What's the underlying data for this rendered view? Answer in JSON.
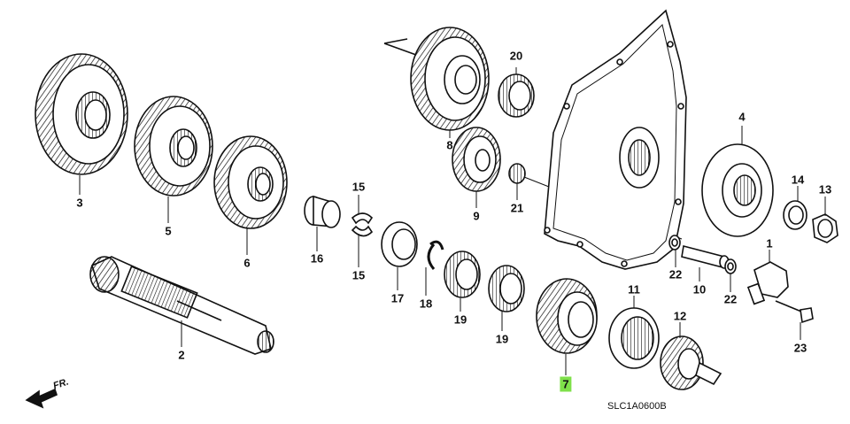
{
  "diagram": {
    "reference_code": "SLC1A0600B",
    "front_label": "FR.",
    "highlight_color": "#7fe04a",
    "parts": [
      {
        "num": "1"
      },
      {
        "num": "2"
      },
      {
        "num": "3"
      },
      {
        "num": "4"
      },
      {
        "num": "5"
      },
      {
        "num": "6"
      },
      {
        "num": "7",
        "highlight": true
      },
      {
        "num": "8"
      },
      {
        "num": "9"
      },
      {
        "num": "10"
      },
      {
        "num": "11"
      },
      {
        "num": "12"
      },
      {
        "num": "13"
      },
      {
        "num": "14"
      },
      {
        "num": "15"
      },
      {
        "num": "15"
      },
      {
        "num": "16"
      },
      {
        "num": "17"
      },
      {
        "num": "18"
      },
      {
        "num": "19"
      },
      {
        "num": "19"
      },
      {
        "num": "20"
      },
      {
        "num": "21"
      },
      {
        "num": "22"
      },
      {
        "num": "22"
      },
      {
        "num": "23"
      }
    ]
  }
}
